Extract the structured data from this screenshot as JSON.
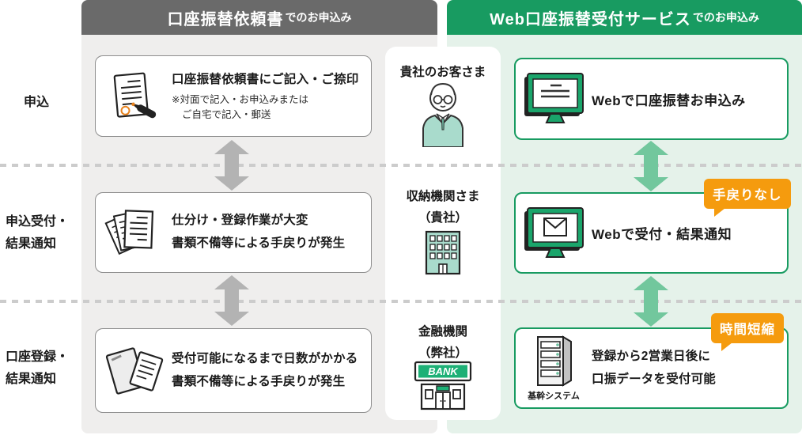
{
  "colors": {
    "left_header_bg": "#6a6a6a",
    "right_header_bg": "#189b61",
    "left_panel_bg": "#efeeed",
    "right_panel_bg": "#e5f2ea",
    "arrow_gray": "#b3b3b3",
    "arrow_green": "#72c79d",
    "badge_orange": "#f59b0e",
    "icon_teal": "#a9dbcc",
    "icon_green": "#1aa56b",
    "green_box_border": "#189b61"
  },
  "left_section": {
    "header_title": "口座振替依頼書",
    "header_suffix": "でのお申込み",
    "box1": {
      "title": "口座振替依頼書にご記入・ご捺印",
      "note1": "※対面で記入・お申込みまたは",
      "note2": "ご自宅で記入・郵送",
      "icon": "document-stamp-pen-icon"
    },
    "box2": {
      "line1": "仕分け・登録作業が大変",
      "line2": "書類不備等による手戻りが発生",
      "icon": "paper-stack-icon"
    },
    "box3": {
      "line1": "受付可能になるまで日数がかかる",
      "line2": "書類不備等による手戻りが発生",
      "icon": "envelope-documents-icon"
    }
  },
  "right_section": {
    "header_title": "Web口座振替受付サービス",
    "header_suffix": "でのお申込み",
    "box1": {
      "text": "Webで口座振替お申込み",
      "icon": "monitor-icon"
    },
    "box2": {
      "text": "Webで受付・結果通知",
      "badge": "手戻りなし",
      "icon": "monitor-mail-icon"
    },
    "box3": {
      "line1": "登録から2営業日後に",
      "line2": "口振データを受付可能",
      "badge": "時間短縮",
      "icon": "server-icon",
      "icon_label": "基幹システム"
    }
  },
  "row_labels": {
    "row1": "申込",
    "row2_line1": "申込受付・",
    "row2_line2": "結果通知",
    "row3_line1": "口座登録・",
    "row3_line2": "結果通知"
  },
  "middle_column": {
    "item1": {
      "label": "貴社のお客さま",
      "icon": "customer-person-icon"
    },
    "item2": {
      "label_line1": "収納機関さま",
      "label_line2": "（貴社）",
      "icon": "company-building-icon"
    },
    "item3": {
      "label_line1": "金融機関",
      "label_line2": "（弊社）",
      "icon": "bank-building-icon",
      "sign_text": "BANK"
    }
  }
}
